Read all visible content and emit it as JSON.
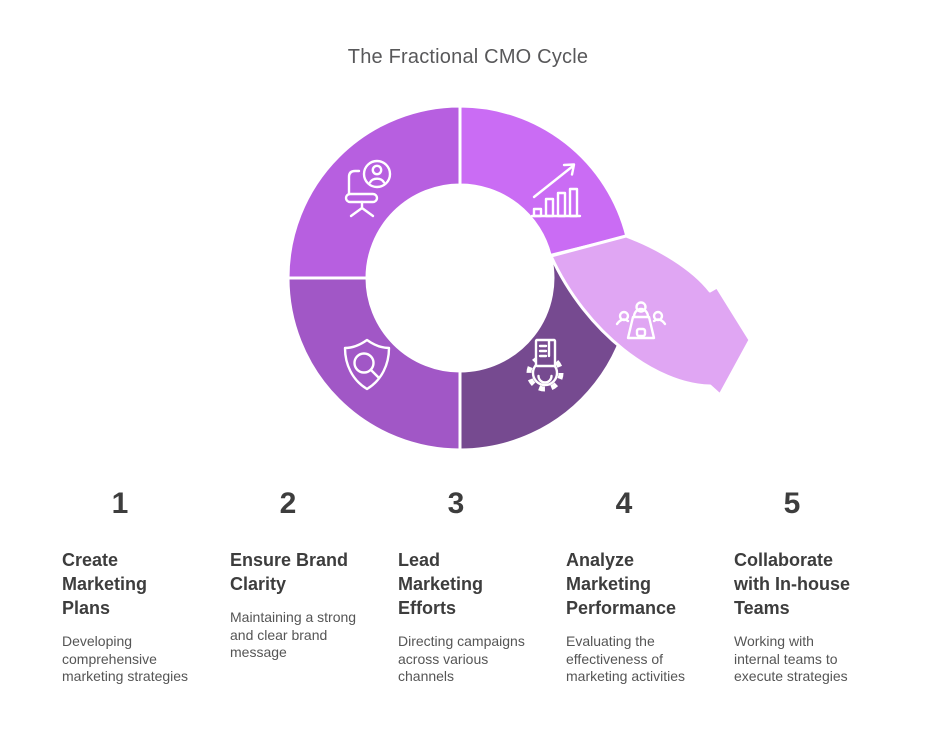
{
  "title": "The Fractional CMO Cycle",
  "colors": {
    "background": "#ffffff",
    "title_text": "#58585a",
    "number_text": "#3d3d3d",
    "heading_text": "#3d3d3d",
    "body_text": "#555555",
    "icon_stroke": "#ffffff",
    "separator": "#ffffff",
    "segment_top_left": "#b75fe0",
    "segment_top_right": "#ca6cf4",
    "segment_bottom_left": "#a157c6",
    "segment_bottom_right": "#764a90",
    "arrow_fill": "#e0a6f3"
  },
  "cycle": {
    "segments": [
      {
        "position": "top-left",
        "icon": "office-chair-person-icon"
      },
      {
        "position": "top-right",
        "icon": "growth-bar-chart-icon"
      },
      {
        "position": "bottom-left",
        "icon": "shield-search-icon"
      },
      {
        "position": "bottom-right",
        "icon": "gear-document-icon"
      }
    ],
    "arrow": {
      "icon": "meeting-table-icon"
    }
  },
  "steps": [
    {
      "number": "1",
      "title": "Create\nMarketing\nPlans",
      "description": "Developing\ncomprehensive\nmarketing strategies"
    },
    {
      "number": "2",
      "title": "Ensure Brand\nClarity",
      "description": "Maintaining a strong\nand clear brand\nmessage"
    },
    {
      "number": "3",
      "title": "Lead\nMarketing\nEfforts",
      "description": "Directing campaigns\nacross various\nchannels"
    },
    {
      "number": "4",
      "title": "Analyze\nMarketing\nPerformance",
      "description": "Evaluating the\neffectiveness of\nmarketing activities"
    },
    {
      "number": "5",
      "title": "Collaborate\nwith In-house\nTeams",
      "description": "Working with\ninternal teams to\nexecute strategies"
    }
  ]
}
